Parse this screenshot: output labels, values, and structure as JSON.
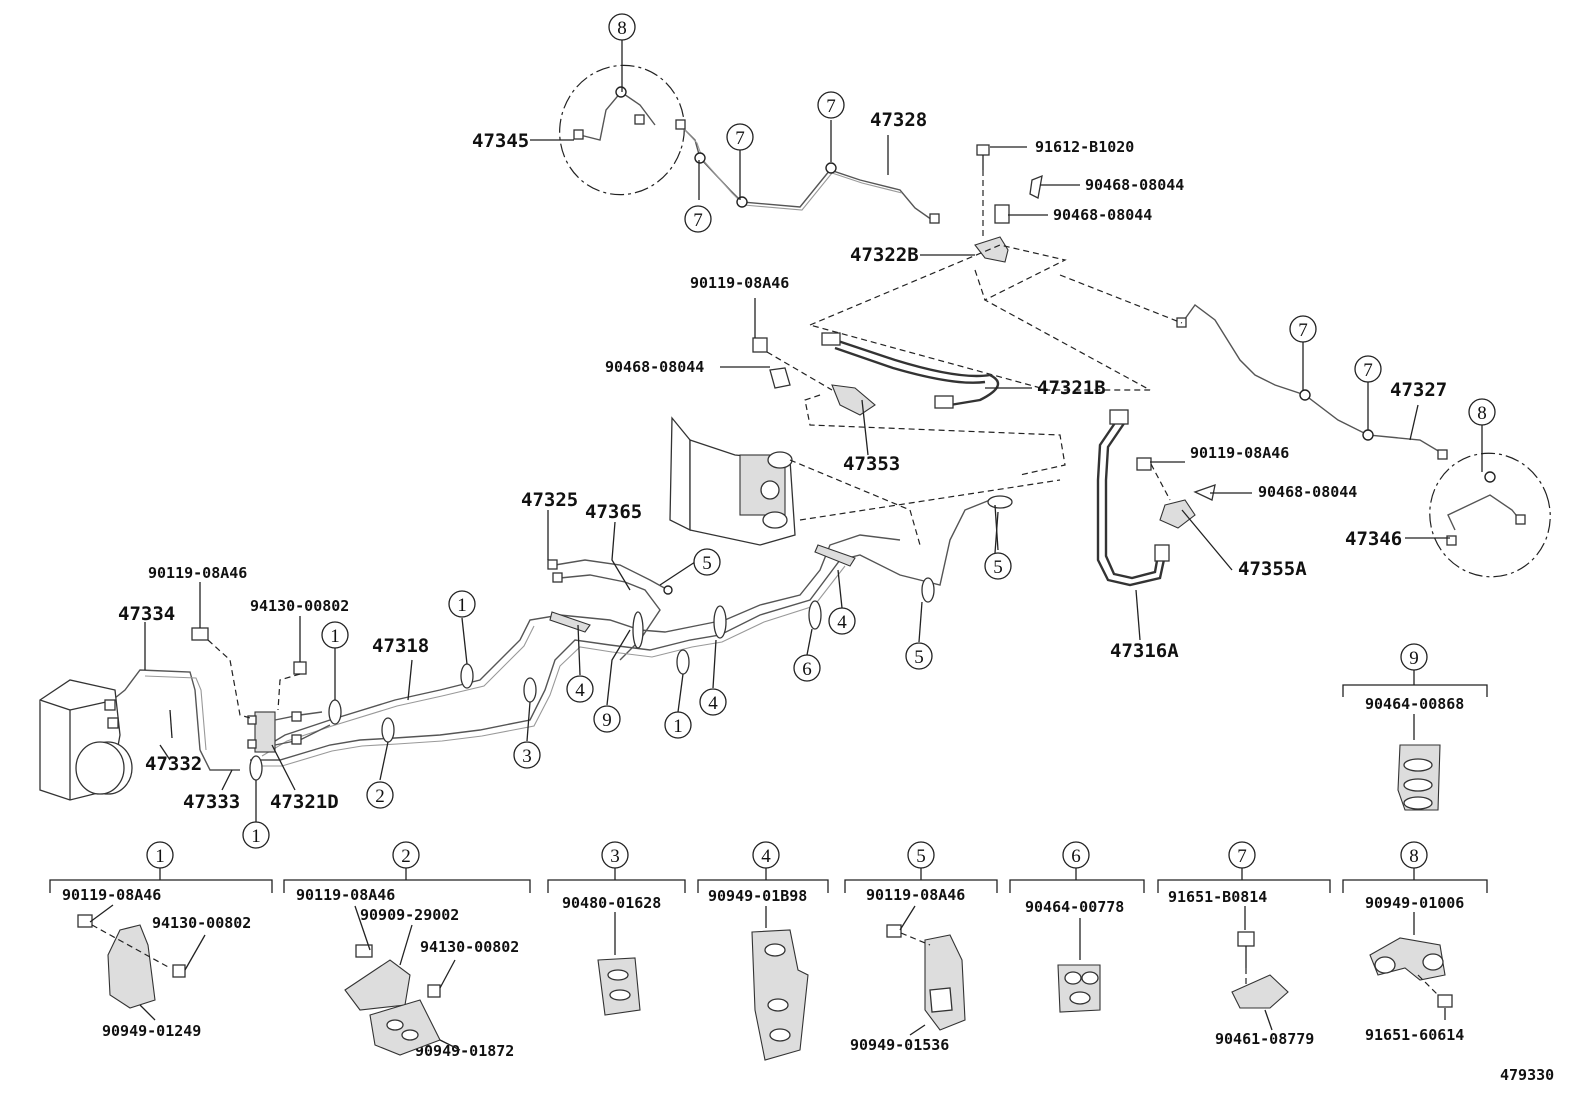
{
  "diagram_id": "479330",
  "labels": {
    "p47345": "47345",
    "p47328": "47328",
    "p91612": "91612-B1020",
    "p90468a": "90468-08044",
    "p90468b": "90468-08044",
    "p47322B": "47322B",
    "p90119a": "90119-08A46",
    "p90468c": "90468-08044",
    "p47321B": "47321B",
    "p47353": "47353",
    "p47327": "47327",
    "p90119b": "90119-08A46",
    "p90468d": "90468-08044",
    "p47346": "47346",
    "p47355A": "47355A",
    "p47316A": "47316A",
    "p47325": "47325",
    "p47365": "47365",
    "p90119c": "90119-08A46",
    "p94130a": "94130-00802",
    "p47334": "47334",
    "p47318": "47318",
    "p47332": "47332",
    "p47333": "47333",
    "p47321D": "47321D",
    "p90464_868": "90464-00868"
  },
  "callouts": [
    "1",
    "2",
    "3",
    "4",
    "5",
    "6",
    "7",
    "8",
    "9"
  ],
  "details": {
    "d1": {
      "num": "1",
      "a": "90119-08A46",
      "b": "94130-00802",
      "c": "90949-01249"
    },
    "d2": {
      "num": "2",
      "a": "90119-08A46",
      "b": "90909-29002",
      "c": "94130-00802",
      "d": "90949-01872"
    },
    "d3": {
      "num": "3",
      "a": "90480-01628"
    },
    "d4": {
      "num": "4",
      "a": "90949-01B98"
    },
    "d5": {
      "num": "5",
      "a": "90119-08A46",
      "b": "90949-01536"
    },
    "d6": {
      "num": "6",
      "a": "90464-00778"
    },
    "d7": {
      "num": "7",
      "a": "91651-B0814",
      "b": "90461-08779"
    },
    "d8": {
      "num": "8",
      "a": "90949-01006",
      "b": "91651-60614"
    },
    "d9": {
      "num": "9",
      "a": "90464-00868"
    }
  }
}
